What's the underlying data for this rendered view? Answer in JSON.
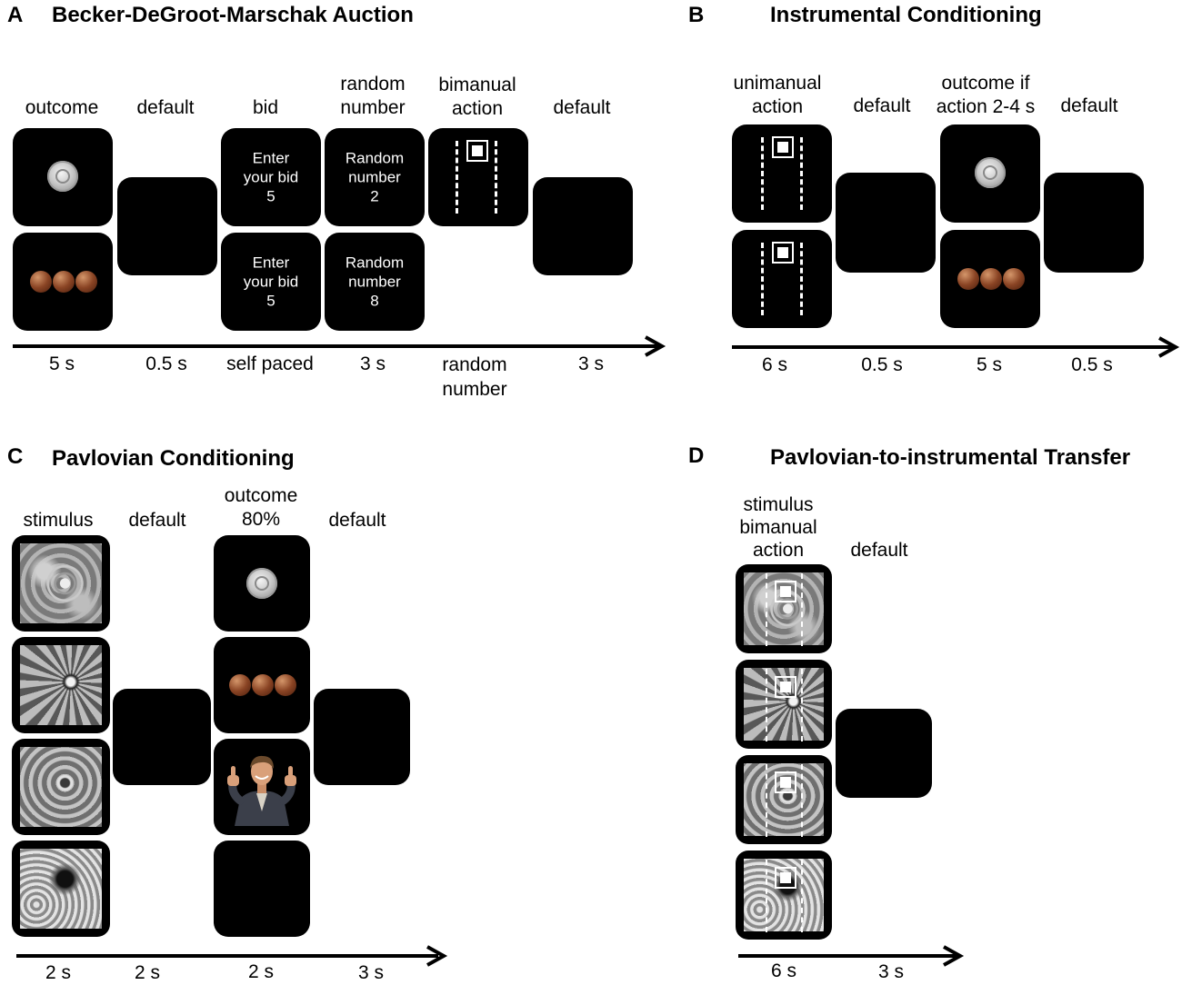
{
  "panels": {
    "A": {
      "letter": "A",
      "title": "Becker-DeGroot-Marschak Auction",
      "headers": [
        "outcome",
        "default",
        "bid",
        "random number",
        "bimanual action",
        "default"
      ],
      "header_lines": [
        [
          "outcome"
        ],
        [
          "default"
        ],
        [
          "bid"
        ],
        [
          "random",
          "number"
        ],
        [
          "bimanual",
          "action"
        ],
        [
          "default"
        ]
      ],
      "times": [
        [
          "5 s"
        ],
        [
          "0.5 s"
        ],
        [
          "self paced"
        ],
        [
          "3 s"
        ],
        [
          "random",
          "number"
        ],
        [
          "3 s"
        ]
      ],
      "bid_screens": [
        {
          "l1": "Enter",
          "l2": "your bid",
          "l3": "5"
        },
        {
          "l1": "Enter",
          "l2": "your bid",
          "l3": "5"
        }
      ],
      "random_screens": [
        {
          "l1": "Random",
          "l2": "number",
          "l3": "2"
        },
        {
          "l1": "Random",
          "l2": "number",
          "l3": "8"
        }
      ]
    },
    "B": {
      "letter": "B",
      "title": "Instrumental Conditioning",
      "header_lines": [
        [
          "unimanual",
          "action"
        ],
        [
          "default"
        ],
        [
          "outcome if",
          "action 2-4 s"
        ],
        [
          "default"
        ]
      ],
      "times": [
        "6 s",
        "0.5 s",
        "5 s",
        "0.5 s"
      ]
    },
    "C": {
      "letter": "C",
      "title": "Pavlovian Conditioning",
      "header_lines": [
        [
          "stimulus"
        ],
        [
          "default"
        ],
        [
          "outcome",
          "80%"
        ],
        [
          "default"
        ]
      ],
      "times": [
        "2 s",
        "2 s",
        "2 s",
        "3 s"
      ]
    },
    "D": {
      "letter": "D",
      "title": "Pavlovian-to-instrumental Transfer",
      "header_lines": [
        [
          "stimulus",
          "bimanual",
          "action"
        ],
        [
          "default"
        ]
      ],
      "times": [
        "6 s",
        "3 s"
      ]
    }
  },
  "icons": {
    "coin": "silver-coin-icon",
    "balls": "chocolate-balls-icon",
    "target": "target-square-icon",
    "person": "thumbs-up-person-image"
  },
  "colors": {
    "screen": "#000000",
    "background": "#ffffff"
  }
}
